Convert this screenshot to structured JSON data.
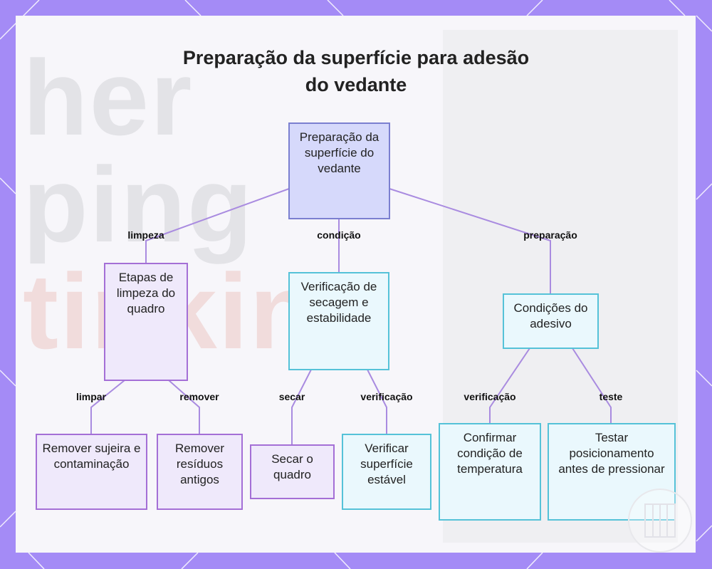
{
  "title": {
    "line1": "Preparação da superfície para adesão",
    "line2": "do vedante"
  },
  "background": {
    "line1": "her",
    "line2": "ping",
    "line3": "tinkin"
  },
  "nodes": {
    "root": "Preparação da superfície do vedante",
    "limpeza": "Etapas de limpeza do quadro",
    "verificacao": "Verificação de secagem e estabilidade",
    "condicoes": "Condições do adesivo",
    "remover_sujeira": "Remover sujeira e contaminação",
    "remover_residuos": "Remover resíduos antigos",
    "secar": "Secar o quadro",
    "verificar_superficie": "Verificar superfície estável",
    "confirmar": "Confirmar condição de temperatura",
    "testar": "Testar posicionamento antes de pressionar"
  },
  "edges": {
    "limpeza": "limpeza",
    "condicao": "condição",
    "preparacao": "preparação",
    "limpar": "limpar",
    "remover": "remover",
    "secar": "secar",
    "verificacao1": "verificação",
    "verificacao2": "verificação",
    "teste": "teste"
  },
  "colors": {
    "purple_border": "#a46fd6",
    "cyan_border": "#55c2d8",
    "root_fill": "#d6d9fb",
    "edge": "#a98be0"
  }
}
